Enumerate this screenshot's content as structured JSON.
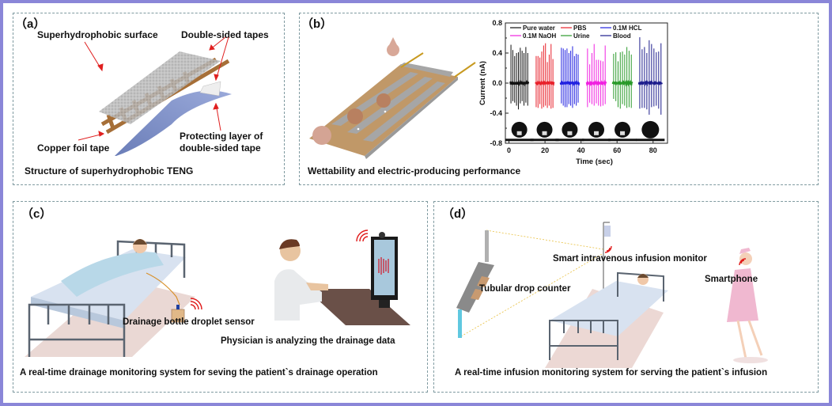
{
  "panels": {
    "a": {
      "label": "（a）",
      "labels": {
        "superhydrophobic_surface": "Superhydrophobic surface",
        "double_sided_tapes": "Double-sided tapes",
        "copper_foil_tape": "Copper foil tape",
        "protecting_layer_1": "Protecting layer of",
        "protecting_layer_2": "double-sided tape"
      },
      "caption": "Structure of superhydrophobic TENG"
    },
    "b": {
      "label": "（b）",
      "caption": "Wettability and electric-producing performance"
    },
    "c": {
      "label": "（c）",
      "labels": {
        "sensor": "Drainage bottle droplet sensor",
        "physician": "Physician is analyzing the drainage data"
      },
      "caption": "A real-time drainage monitoring system for seving the patient`s drainage operation"
    },
    "d": {
      "label": "（d）",
      "labels": {
        "monitor": "Smart intravenous infusion monitor",
        "counter": "Tubular drop counter",
        "smartphone": "Smartphone"
      },
      "caption": "A real-time infusion monitoring system for serving the patient`s infusion"
    }
  },
  "colors": {
    "frame": "#8a86d8",
    "panel_border": "#7f9aa0",
    "arrow": "#e02020",
    "copper": "#b07840",
    "signal_red": "#e8202a"
  },
  "chart_data": {
    "type": "line",
    "title": "",
    "xlabel": "Time (sec)",
    "ylabel": "Current (nA)",
    "xlim": [
      -2,
      88
    ],
    "ylim": [
      -0.8,
      0.8
    ],
    "xticks": [
      0,
      20,
      40,
      60,
      80
    ],
    "yticks": [
      -0.8,
      -0.4,
      0.0,
      0.4,
      0.8
    ],
    "xtick_labels": [
      "0",
      "20",
      "40",
      "60",
      "80"
    ],
    "ytick_labels": [
      "-0.8",
      "-0.4",
      "0.0",
      "0.4",
      "0.8"
    ],
    "grid": false,
    "legend": {
      "placement": "top-left",
      "columns": 3
    },
    "series": [
      {
        "name": "Pure water",
        "color": "#111111",
        "t_start": 0.5,
        "t_end": 11,
        "peaks_pos": [
          0.51,
          0.44,
          0.36,
          0.4,
          0.41,
          0.47,
          0.43,
          0.4,
          0.48,
          0.4
        ],
        "peaks_neg": [
          -0.27,
          -0.24,
          -0.26,
          -0.3,
          -0.35,
          -0.27,
          -0.24,
          -0.3,
          -0.26,
          -0.3
        ]
      },
      {
        "name": "PBS",
        "color": "#e8202a",
        "t_start": 14.5,
        "t_end": 25,
        "peaks_pos": [
          0.36,
          0.36,
          0.34,
          0.42,
          0.5,
          0.53,
          0.28,
          0.38,
          0.52,
          0.32
        ],
        "peaks_neg": [
          -0.32,
          -0.33,
          -0.28,
          -0.34,
          -0.32,
          -0.3,
          -0.33,
          -0.3,
          -0.34,
          -0.33
        ]
      },
      {
        "name": "0.1M HCL",
        "color": "#2020e0",
        "t_start": 28.5,
        "t_end": 39,
        "peaks_pos": [
          0.47,
          0.46,
          0.44,
          0.46,
          0.4,
          0.43,
          0.49,
          0.36,
          0.39,
          0.38
        ],
        "peaks_neg": [
          -0.27,
          -0.3,
          -0.32,
          -0.32,
          -0.28,
          -0.3,
          -0.33,
          -0.28,
          -0.3,
          -0.26
        ]
      },
      {
        "name": "0.1M NaOH",
        "color": "#f020e0",
        "t_start": 43,
        "t_end": 54,
        "peaks_pos": [
          0.46,
          0.25,
          0.4,
          0.52,
          0.31,
          0.31,
          0.3,
          0.29,
          0.5
        ],
        "peaks_neg": [
          -0.32,
          -0.26,
          -0.28,
          -0.3,
          -0.27,
          -0.3,
          -0.31,
          -0.3,
          -0.28
        ]
      },
      {
        "name": "Urine",
        "color": "#2a9a2a",
        "t_start": 57.5,
        "t_end": 68.5,
        "peaks_pos": [
          0.39,
          0.41,
          0.29,
          0.41,
          0.42,
          0.38,
          0.48,
          0.43,
          0.38
        ],
        "peaks_neg": [
          -0.21,
          -0.24,
          -0.32,
          -0.34,
          -0.28,
          -0.3,
          -0.33,
          -0.32,
          -0.33
        ]
      },
      {
        "name": "Blood",
        "color": "#1c1c8c",
        "t_start": 72,
        "t_end": 85,
        "peaks_pos": [
          0.61,
          0.45,
          0.48,
          0.4,
          0.57,
          0.52,
          0.46,
          0.41,
          0.42,
          0.53
        ],
        "peaks_neg": [
          -0.34,
          -0.33,
          -0.33,
          -0.35,
          -0.42,
          -0.32,
          -0.31,
          -0.3,
          -0.34,
          -0.42
        ]
      }
    ],
    "annotations": [
      "Contact-angle droplet images beneath each series"
    ]
  }
}
